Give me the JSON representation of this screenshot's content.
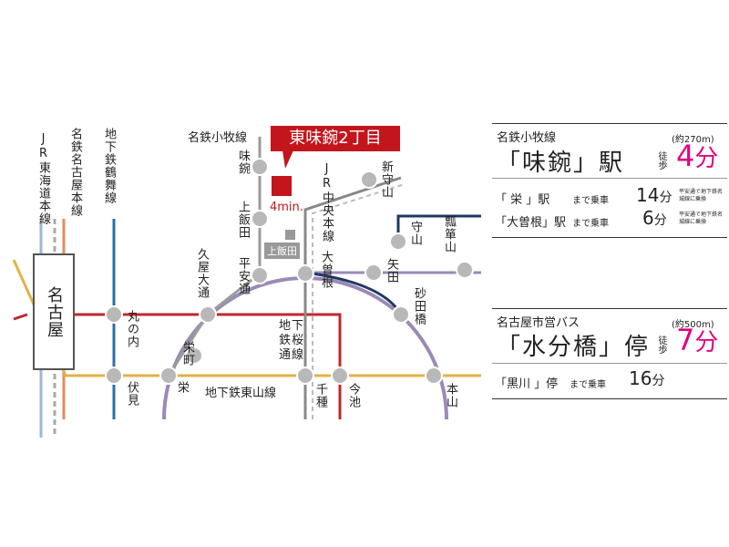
{
  "colors": {
    "jr_tokaido": "#9bb7d6",
    "meitetsu_nagoya": "#e58b5c",
    "tsurumai": "#2a6fa8",
    "sakuradori": "#c0272d",
    "higashiyama": "#e2b248",
    "meijo": "#9b8ab7",
    "komaki": "#9b9b9b",
    "chuo": "#777777",
    "kamiiida": "#1f3864",
    "accent": "#e3007f",
    "banner": "#c3161c",
    "station": "#b8b8b8"
  },
  "map": {
    "banner_text": "東味鋺2丁目",
    "walk_time": "4min.",
    "kamiiida_badge": "上飯田",
    "nagoya_box": "名古屋",
    "line_labels": {
      "jr_tokaido": "JR東海道本線",
      "meitetsu_nagoya": "名鉄名古屋本線",
      "tsurumai": "地下鉄鶴舞線",
      "meitetsu_komaki": "名鉄小牧線",
      "jr_chuo": "JR中央本線",
      "sakuradori": "地下鉄桜通線",
      "higashiyama": "地下鉄東山線"
    },
    "stations": {
      "ajima": "味鋺",
      "kamiiida": "上飯田",
      "heian_dori": "平安通",
      "hisaya_odori": "久屋大通",
      "ozone": "大曽根",
      "shin_moriyama": "新守山",
      "moriyama": "守山",
      "hyotanyama": "瓢箪山",
      "yada": "矢田",
      "sunadabashi": "砂田橋",
      "marunouchi": "丸の内",
      "fushimi": "伏見",
      "sakae": "栄",
      "sakaemachi": "栄町",
      "chikusa": "千種",
      "imaike": "今池",
      "motoyama": "本山"
    }
  },
  "panel": {
    "rail": {
      "line": "名鉄小牧線",
      "distance": "(約270m)",
      "station": "「味鋺」駅",
      "walk_label": "徒歩",
      "minutes": "4",
      "unit": "分"
    },
    "rail_rides": [
      {
        "station": "「 栄 」駅",
        "suffix": "まで乗車",
        "minutes": "14",
        "unit": "分",
        "note": "平安通で地下鉄名城線に乗換"
      },
      {
        "station": "「大曽根」駅",
        "suffix": "まで乗車",
        "minutes": "6",
        "unit": "分",
        "note": "平安通で地下鉄名城線に乗換"
      }
    ],
    "bus": {
      "line": "名古屋市営バス",
      "distance": "(約500m)",
      "stop": "「水分橋」停",
      "walk_label": "徒歩",
      "minutes": "7",
      "unit": "分"
    },
    "bus_ride": {
      "stop": "「黒川 」停",
      "suffix": "まで乗車",
      "minutes": "16",
      "unit": "分"
    }
  }
}
